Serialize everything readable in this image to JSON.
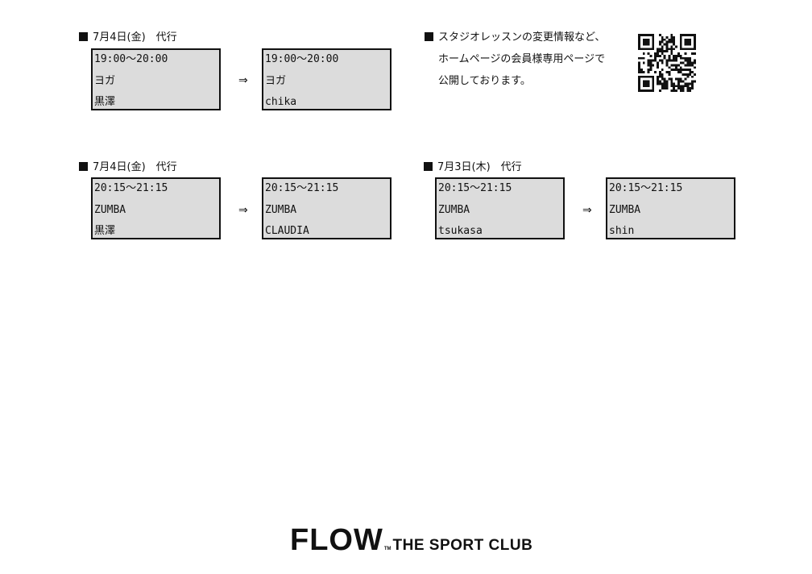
{
  "changes": [
    {
      "heading": "7月4日(金)　代行",
      "before": [
        "19:00～20:00",
        "ヨガ",
        "黒澤"
      ],
      "arrow": "⇒",
      "after": [
        "19:00～20:00",
        "ヨガ",
        "chika"
      ]
    },
    {
      "heading": "7月4日(金)　代行",
      "before": [
        "20:15～21:15",
        "ZUMBA",
        "黒澤"
      ],
      "arrow": "⇒",
      "after": [
        "20:15～21:15",
        "ZUMBA",
        "CLAUDIA"
      ]
    },
    {
      "heading": "7月3日(木)　代行",
      "before": [
        "20:15～21:15",
        "ZUMBA",
        "tsukasa"
      ],
      "arrow": "⇒",
      "after": [
        "20:15～21:15",
        "ZUMBA",
        "shin"
      ]
    }
  ],
  "notice": {
    "lines": [
      "スタジオレッスンの変更情報など、",
      "ホームページの会員様専用ページで",
      "公開しております。"
    ]
  },
  "qr": {
    "icon": "qr-code-icon"
  },
  "footer": {
    "brand": "FLOW",
    "tm": "TM",
    "tagline": "THE SPORT CLUB"
  }
}
